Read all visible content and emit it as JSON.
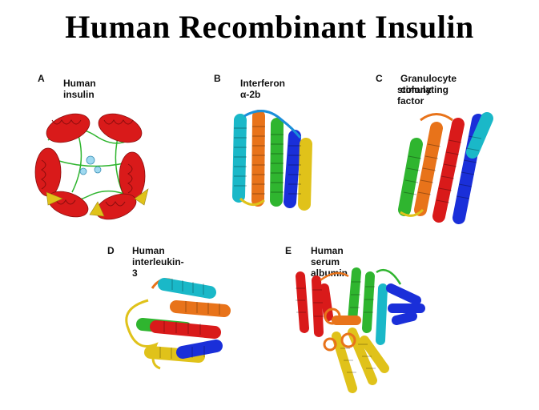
{
  "title": "Human Recombinant Insulin",
  "panels": [
    {
      "letter": "A",
      "label": "Human insulin"
    },
    {
      "letter": "B",
      "label": "Interferon α-2b"
    },
    {
      "letter": "C",
      "label_line1": "Granulocyte colony",
      "label_line2": "stimulating factor"
    },
    {
      "letter": "D",
      "label": "Human interleukin-3"
    },
    {
      "letter": "E",
      "label": "Human serum albumin"
    }
  ],
  "colors": {
    "red": "#d91a1a",
    "orange": "#e8731a",
    "yellow": "#e0c21a",
    "green": "#2fb52f",
    "cyan": "#1ab8c8",
    "blue": "#1a2fd9"
  }
}
